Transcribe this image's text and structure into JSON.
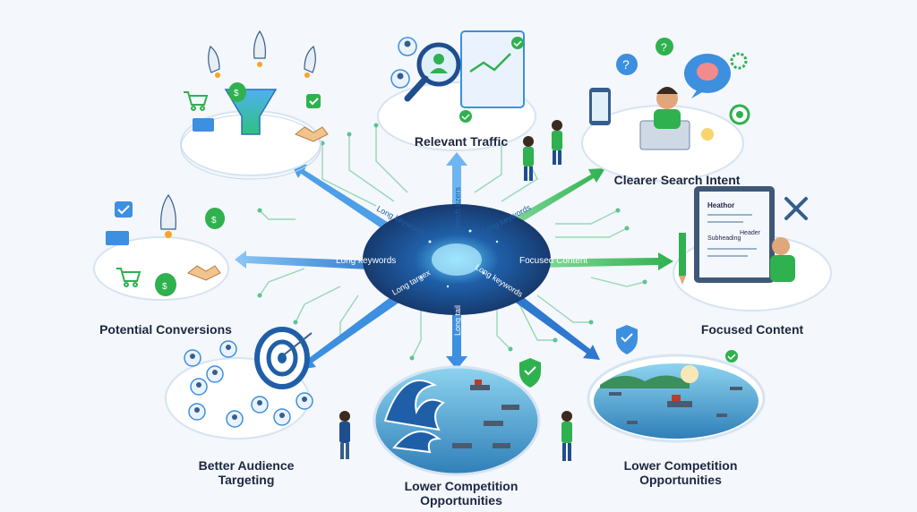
{
  "diagram": {
    "hub_phrases": {
      "long_keywords_left": "Long keywords",
      "long_keywords_upper": "Long keywords",
      "long_keywords_upper_right": "Long keywords",
      "search_users": "Search uzers",
      "focused_content": "Focused Content",
      "long_targets": "Long targex",
      "long_tail": "Long tail",
      "long_keywords_lower_right": "Long keywords"
    },
    "nodes": {
      "relevant_traffic": "Relevant Traffic",
      "clearer_search_intent": "Clearer Search Intent",
      "focused_content": "Focused Content",
      "potential_conversions": "Potential Conversions",
      "better_audience_targeting": [
        "Better Audience",
        "Targeting"
      ],
      "lower_competition_center": [
        "Lower Competition",
        "Opportunities"
      ],
      "lower_competition_right": [
        "Lower Competition",
        "Opportunities"
      ]
    },
    "mock_text": {
      "doc_heading": "Heathor",
      "doc_subheading": "Subheading",
      "doc_header": "Header"
    }
  },
  "colors": {
    "hub": "#1d4e8f",
    "arrow_blue": "#3d8fe0",
    "arrow_green": "#46c46b",
    "accent_green": "#2fb14f",
    "circuit": "#7fd0a6",
    "text": "#1c2740"
  }
}
